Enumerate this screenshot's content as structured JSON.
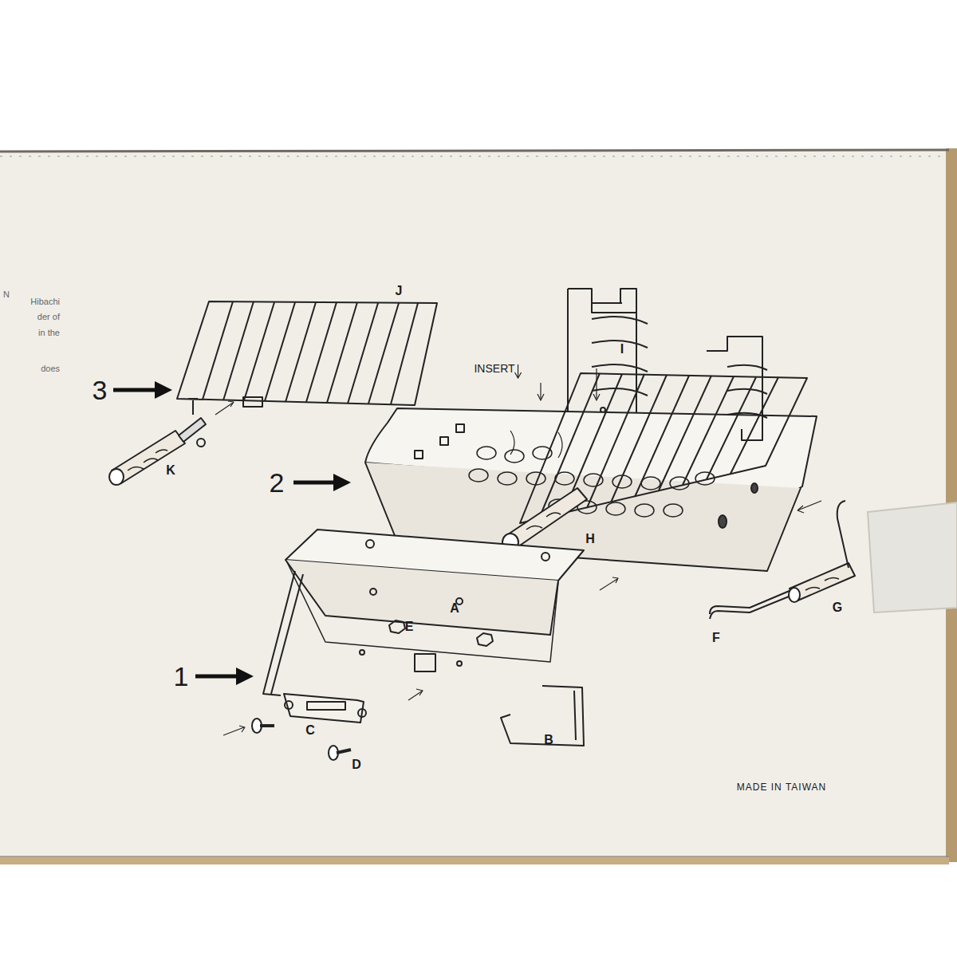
{
  "diagram": {
    "labels": [
      "N",
      "Hibachi",
      "der of",
      "in the",
      "does",
      "J",
      "I",
      "3",
      "INSERT",
      "K",
      "2",
      "H",
      "G",
      "F",
      "A",
      "E",
      "1",
      "C",
      "B",
      "D",
      "MADE IN TAIWAN"
    ]
  }
}
